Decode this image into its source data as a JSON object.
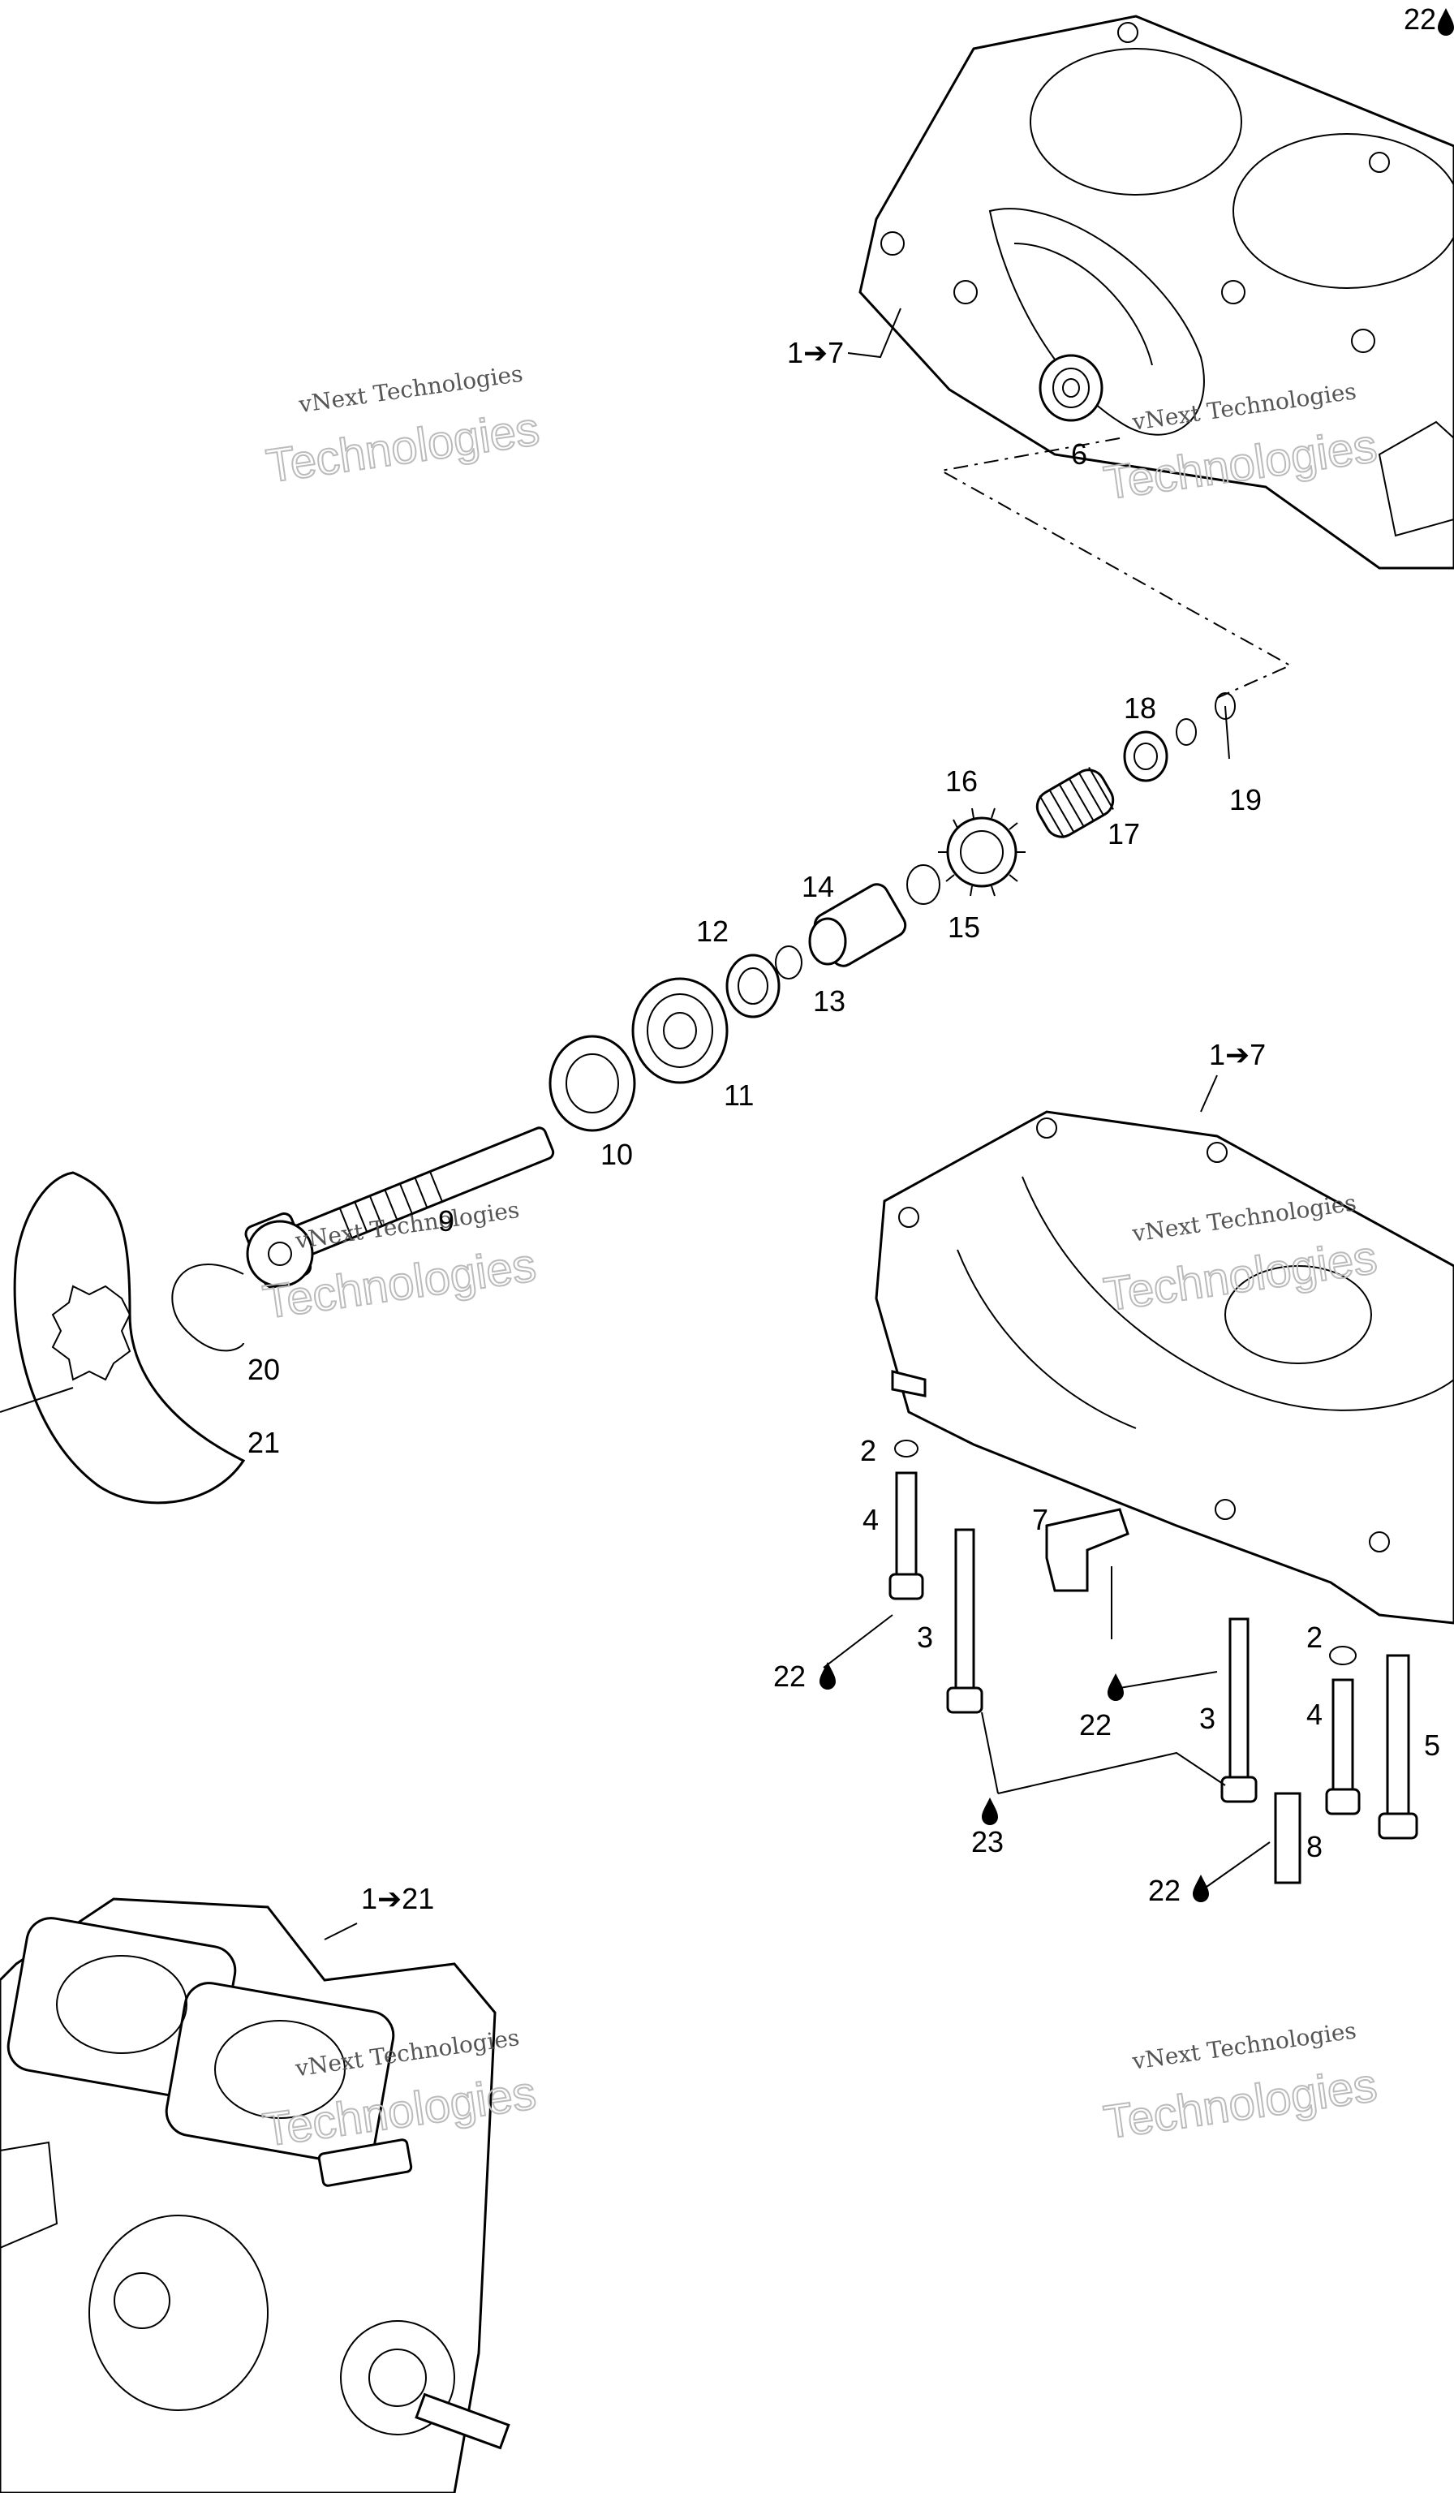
{
  "callouts": {
    "top_right_corner": "22",
    "crankcase_upper_ref": "1➔7",
    "bearing_6": "6",
    "item_18": "18",
    "item_19": "19",
    "item_16": "16",
    "item_17": "17",
    "item_14": "14",
    "item_15": "15",
    "item_12": "12",
    "item_13": "13",
    "item_11": "11",
    "item_10": "10",
    "item_9": "9",
    "item_20": "20",
    "item_21": "21",
    "crankcase_lower_ref": "1➔7",
    "item_2_left": "2",
    "item_4_left": "4",
    "item_7": "7",
    "item_22_left": "22",
    "item_3_left": "3",
    "item_22_center": "22",
    "item_3_center": "3",
    "item_2_right": "2",
    "item_4_right": "4",
    "item_5": "5",
    "item_23": "23",
    "item_8": "8",
    "item_22_bottom": "22",
    "engine_ref": "1➔21"
  },
  "watermarks": [
    {
      "line1": "vNext Technologies",
      "line2": "Technologies"
    },
    {
      "line1": "vNext Technologies",
      "line2": "Technologies"
    },
    {
      "line1": "vNext Technologies",
      "line2": "Technologies"
    },
    {
      "line1": "vNext Technologies",
      "line2": "Technologies"
    },
    {
      "line1": "vNext Technologies",
      "line2": "Technologies"
    },
    {
      "line1": "vNext Technologies",
      "line2": "Technologies"
    }
  ]
}
